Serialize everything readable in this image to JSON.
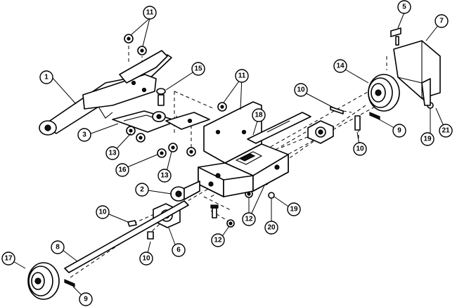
{
  "callouts": [
    "11",
    "5",
    "7",
    "1",
    "15",
    "11",
    "14",
    "10",
    "18",
    "3",
    "9",
    "19",
    "21",
    "13",
    "16",
    "13",
    "10",
    "2",
    "19",
    "10",
    "12",
    "20",
    "6",
    "12",
    "8",
    "10",
    "17",
    "9"
  ]
}
